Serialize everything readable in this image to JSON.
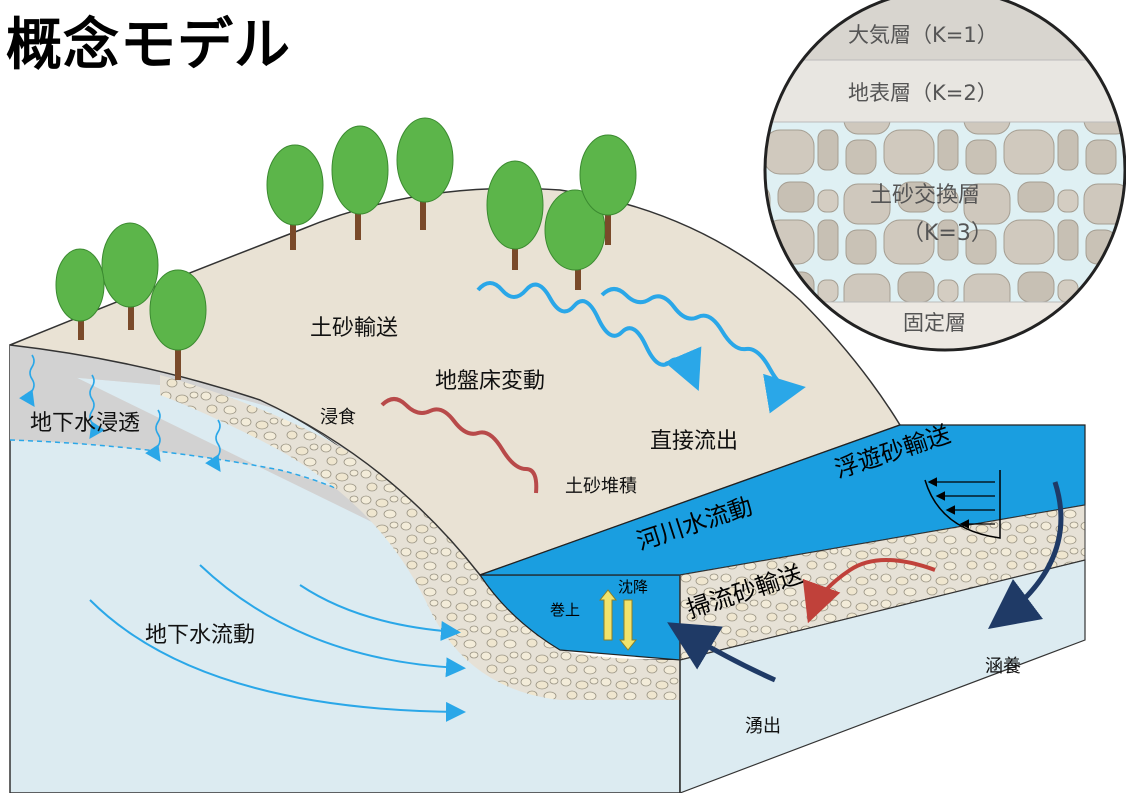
{
  "title": "概念モデル",
  "labels": {
    "sediment_transport": "土砂輸送",
    "ground_bed_change": "地盤床変動",
    "erosion": "浸食",
    "direct_runoff": "直接流出",
    "sediment_deposition": "土砂堆積",
    "groundwater_infiltration": "地下水浸透",
    "groundwater_flow": "地下水流動",
    "river_water_flow": "河川水流動",
    "suspended_load": "浮遊砂輸送",
    "bed_load": "掃流砂輸送",
    "entrainment": "巻上",
    "settling": "沈降",
    "recharge": "涵養",
    "discharge": "湧出"
  },
  "layers": {
    "atmosphere": "大気層（K=1）",
    "surface": "地表層（K=2）",
    "exchange": "土砂交換層",
    "exchange_k": "（K=3）",
    "fixed": "固定層"
  },
  "colors": {
    "river": "#1a9ee0",
    "groundwater": "#dcebf1",
    "hill": "#e9e2d4",
    "soil_grey": "#d2d2d2",
    "arrow_blue": "#2aa7e8",
    "erosion_red": "#b84a4a",
    "dark_arrow": "#1f3a66",
    "tree_green": "#5cb54a"
  }
}
